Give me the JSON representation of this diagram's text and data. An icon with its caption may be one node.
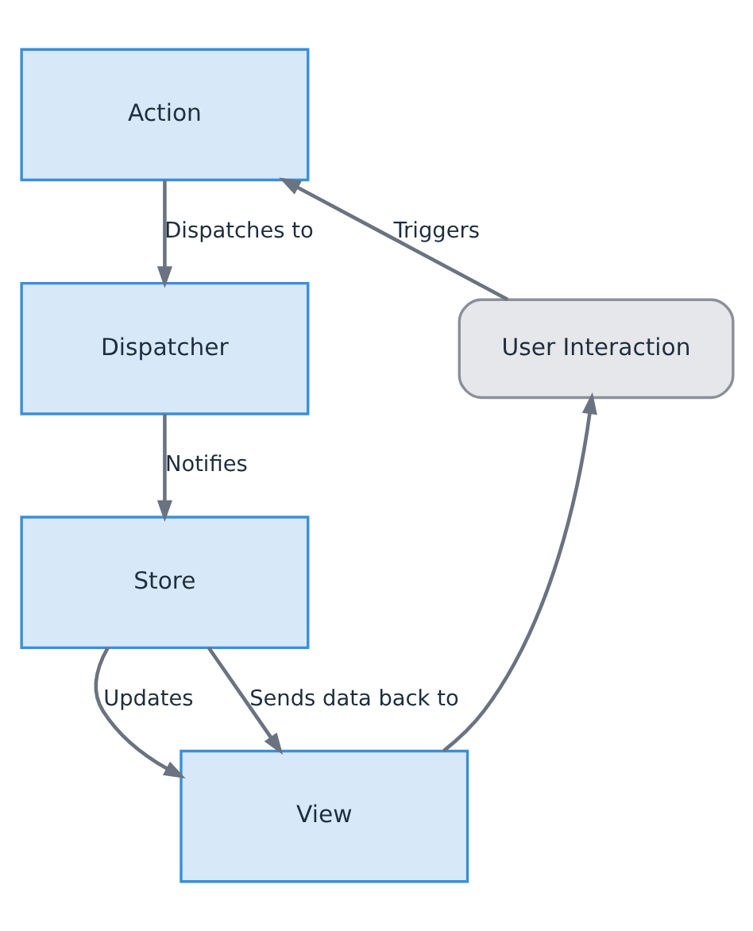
{
  "diagram": {
    "nodes": [
      {
        "text": [
          "Action"
        ]
      },
      {
        "text": [
          "Dispatcher"
        ]
      },
      {
        "text": [
          "Store"
        ]
      },
      {
        "text": [
          "View"
        ]
      },
      {
        "text": [
          "User Interaction"
        ]
      }
    ],
    "edges": [
      {
        "from": 0,
        "to": 1,
        "arrow": "to",
        "label": "Dispatches to"
      },
      {
        "from": 1,
        "to": 2,
        "arrow": "to",
        "label": "Notifies"
      },
      {
        "from": 2,
        "to": 3,
        "arrow": "to",
        "label": "Updates"
      },
      {
        "from": 2,
        "to": 3,
        "arrow": "to",
        "label": "Sends data back to"
      },
      {
        "from": 3,
        "to": 4,
        "arrow": "to"
      },
      {
        "from": 4,
        "to": 0,
        "arrow": "to",
        "label": "Triggers"
      }
    ]
  }
}
